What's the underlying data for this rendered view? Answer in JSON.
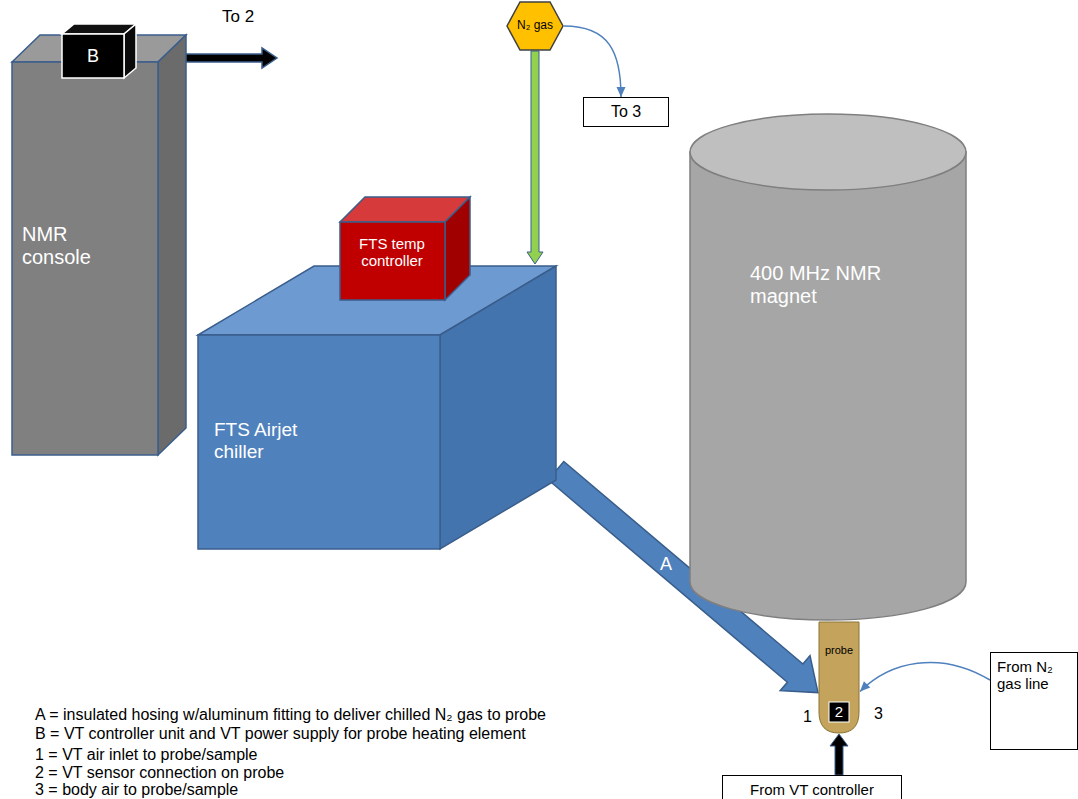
{
  "diagram": {
    "nodes": [
      {
        "text": [
          "B"
        ]
      },
      {
        "text": [
          "NMR console"
        ]
      },
      {
        "text": [
          "N₂ gas"
        ]
      },
      {
        "text": [
          "To 3"
        ]
      },
      {
        "text": [
          "FTS temp controller"
        ]
      },
      {
        "text": [
          "400 MHz NMR magnet"
        ]
      },
      {
        "text": [
          "FTS Airjet chiller"
        ]
      },
      {
        "text": [
          "probe"
        ]
      },
      {
        "text": [
          "2"
        ],
        "in": 7
      },
      {
        "text": [
          "From N₂ gas line"
        ]
      },
      {
        "text": [
          "From VT controller"
        ]
      }
    ],
    "edges": [
      {
        "from": 2,
        "to": 3,
        "arrow": "to"
      },
      {
        "from": 2,
        "to": 6,
        "arrow": "to"
      },
      {
        "from": 6,
        "to": 7,
        "label": "A",
        "arrow": "to"
      },
      {
        "from": 9,
        "to": 7,
        "arrow": "to"
      },
      {
        "from": 10,
        "to": 7,
        "arrow": "to"
      }
    ],
    "labels": [
      "To 2",
      "1",
      "3",
      "A = insulated hosing w/aluminum fitting to deliver chilled N₂ gas to probe",
      "B = VT controller unit and VT power supply for probe heating element",
      "1 = VT air inlet to probe/sample",
      "2 = VT sensor connection on probe",
      "3 = body air to probe/sample"
    ]
  }
}
